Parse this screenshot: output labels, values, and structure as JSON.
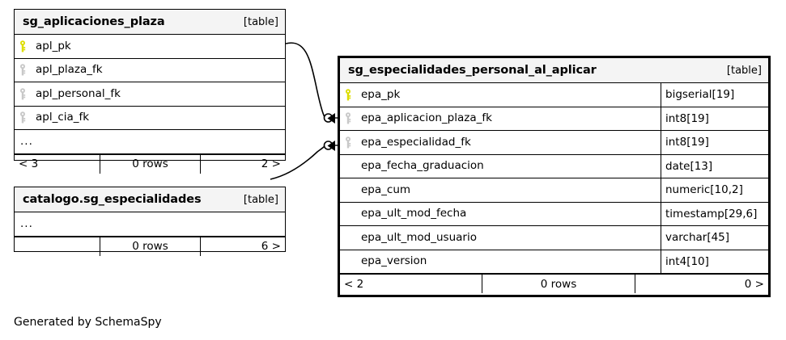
{
  "diagram": {
    "type": "entity-relationship-diagram",
    "generator_credit": "Generated by SchemaSpy",
    "table_tag": "[table]",
    "rows_label": "0 rows",
    "ellipsis": "...",
    "colors": {
      "primary_key": "#dddd00",
      "foreign_key": "#c8c8c8",
      "header_background": "#f4f4f4",
      "border": "#000000",
      "background": "#ffffff"
    }
  },
  "tables": {
    "aplicaciones_plaza": {
      "name": "sg_aplicaciones_plaza",
      "tag": "[table]",
      "focused": false,
      "columns": [
        {
          "name": "apl_pk",
          "key": "primary",
          "type": ""
        },
        {
          "name": "apl_plaza_fk",
          "key": "foreign",
          "type": ""
        },
        {
          "name": "apl_personal_fk",
          "key": "foreign",
          "type": ""
        },
        {
          "name": "apl_cia_fk",
          "key": "foreign",
          "type": ""
        }
      ],
      "more_indicator": "...",
      "footer": {
        "left": "< 3",
        "center": "0 rows",
        "right": "2 >"
      }
    },
    "catalogo_especialidades": {
      "name": "catalogo.sg_especialidades",
      "tag": "[table]",
      "focused": false,
      "columns": [],
      "more_indicator": "...",
      "footer": {
        "left": "",
        "center": "0 rows",
        "right": "6 >"
      }
    },
    "especialidades_personal_al_aplicar": {
      "name": "sg_especialidades_personal_al_aplicar",
      "tag": "[table]",
      "focused": true,
      "columns": [
        {
          "name": "epa_pk",
          "key": "primary",
          "type": "bigserial[19]"
        },
        {
          "name": "epa_aplicacion_plaza_fk",
          "key": "foreign",
          "type": "int8[19]"
        },
        {
          "name": "epa_especialidad_fk",
          "key": "foreign",
          "type": "int8[19]"
        },
        {
          "name": "epa_fecha_graduacion",
          "key": "none",
          "type": "date[13]"
        },
        {
          "name": "epa_cum",
          "key": "none",
          "type": "numeric[10,2]"
        },
        {
          "name": "epa_ult_mod_fecha",
          "key": "none",
          "type": "timestamp[29,6]"
        },
        {
          "name": "epa_ult_mod_usuario",
          "key": "none",
          "type": "varchar[45]"
        },
        {
          "name": "epa_version",
          "key": "none",
          "type": "int4[10]"
        }
      ],
      "footer": {
        "left": "< 2",
        "center": "0 rows",
        "right": "0 >"
      }
    }
  },
  "relationships": [
    {
      "id": "rel-apl-to-epa",
      "from_table": "sg_aplicaciones_plaza",
      "from_column": "apl_pk",
      "to_table": "sg_especialidades_personal_al_aplicar",
      "to_column": "epa_aplicacion_plaza_fk",
      "cardinality": "zero-or-many"
    },
    {
      "id": "rel-esp-to-epa",
      "from_table": "catalogo.sg_especialidades",
      "from_column": "",
      "to_table": "sg_especialidades_personal_al_aplicar",
      "to_column": "epa_especialidad_fk",
      "cardinality": "zero-or-many"
    }
  ]
}
